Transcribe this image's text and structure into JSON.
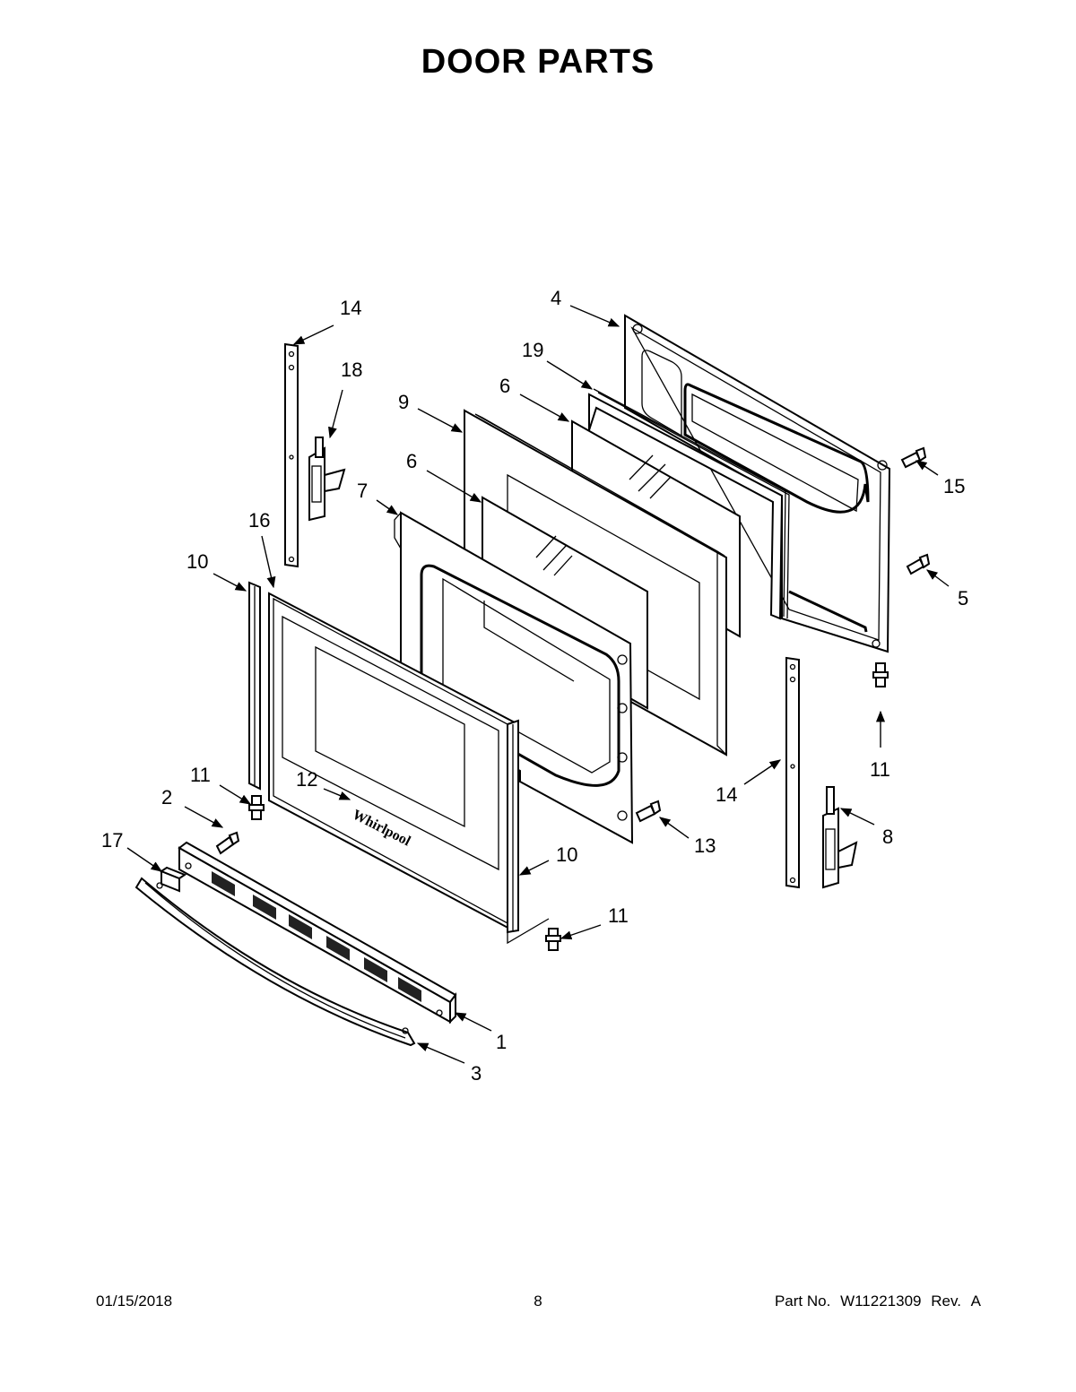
{
  "title": "DOOR PARTS",
  "callouts": [
    {
      "id": "c14a",
      "text": "14"
    },
    {
      "id": "c18",
      "text": "18"
    },
    {
      "id": "c4",
      "text": "4"
    },
    {
      "id": "c19",
      "text": "19"
    },
    {
      "id": "c6a",
      "text": "6"
    },
    {
      "id": "c9",
      "text": "9"
    },
    {
      "id": "c6b",
      "text": "6"
    },
    {
      "id": "c7",
      "text": "7"
    },
    {
      "id": "c16",
      "text": "16"
    },
    {
      "id": "c10a",
      "text": "10"
    },
    {
      "id": "c15",
      "text": "15"
    },
    {
      "id": "c5",
      "text": "5"
    },
    {
      "id": "c11a",
      "text": "11"
    },
    {
      "id": "c11b",
      "text": "11"
    },
    {
      "id": "c2",
      "text": "2"
    },
    {
      "id": "c12",
      "text": "12"
    },
    {
      "id": "c17",
      "text": "17"
    },
    {
      "id": "c10b",
      "text": "10"
    },
    {
      "id": "c13",
      "text": "13"
    },
    {
      "id": "c14b",
      "text": "14"
    },
    {
      "id": "c8",
      "text": "8"
    },
    {
      "id": "c11c",
      "text": "11"
    },
    {
      "id": "c1",
      "text": "1"
    },
    {
      "id": "c3",
      "text": "3"
    }
  ],
  "footer": {
    "date": "01/15/2018",
    "page": "8",
    "part_label": "Part No.",
    "part_number": "W11221309",
    "rev_label": "Rev.",
    "rev": "A"
  }
}
